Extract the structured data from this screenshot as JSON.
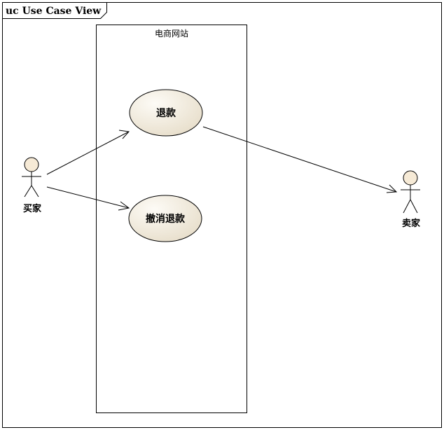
{
  "diagram": {
    "frame_title": "uc Use Case View",
    "system_boundary": {
      "title": "电商网站"
    },
    "use_cases": [
      {
        "label": "退款"
      },
      {
        "label": "撤消退款"
      }
    ],
    "actors": [
      {
        "label": "买家"
      },
      {
        "label": "卖家"
      }
    ],
    "colors": {
      "stroke": "#000000",
      "usecase_fill_light": "#fdfbf6",
      "usecase_fill_dark": "#e8dfcc",
      "actor_head_fill": "#f6ead6",
      "background": "#ffffff"
    }
  }
}
